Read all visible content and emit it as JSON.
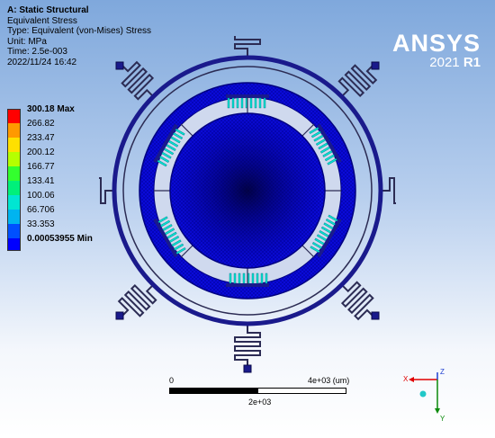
{
  "info": {
    "title": "A: Static Structural",
    "result": "Equivalent Stress",
    "type": "Type: Equivalent (von-Mises) Stress",
    "unit": "Unit: MPa",
    "time": "Time: 2.5e-003",
    "date": "2022/11/24 16:42"
  },
  "legend": [
    {
      "label": "300.18 Max",
      "color": "#ff0000",
      "bold": true
    },
    {
      "label": "266.82",
      "color": "#ff9900",
      "bold": false
    },
    {
      "label": "233.47",
      "color": "#ffe000",
      "bold": false
    },
    {
      "label": "200.12",
      "color": "#b5ff00",
      "bold": false
    },
    {
      "label": "166.77",
      "color": "#33ff2e",
      "bold": false
    },
    {
      "label": "133.41",
      "color": "#00f07a",
      "bold": false
    },
    {
      "label": "100.06",
      "color": "#00e6d2",
      "bold": false
    },
    {
      "label": "66.706",
      "color": "#00b4f0",
      "bold": false
    },
    {
      "label": "33.353",
      "color": "#0050ff",
      "bold": false
    },
    {
      "label": "0.00053955 Min",
      "color": "#0000ff",
      "bold": true
    }
  ],
  "logo": {
    "brand": "ANSYS",
    "year": "2021",
    "release": "R1"
  },
  "scale": {
    "start": "0",
    "end": "4e+03 (um)",
    "mid": "2e+03"
  },
  "triad": {
    "x": "X",
    "y": "Y",
    "z": "Z"
  },
  "colors": {
    "structure": "#1a1a8c",
    "mesh": "#0000ff",
    "frame": "#2c2c54"
  }
}
